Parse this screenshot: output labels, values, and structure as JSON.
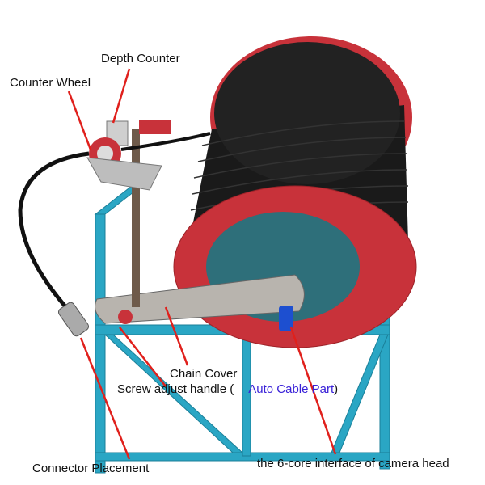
{
  "labels": {
    "depth_counter": "Depth Counter",
    "counter_wheel": "Counter Wheel",
    "chain_cover": "Chain Cover",
    "screw_adjust_handle": "Screw adjust handle (",
    "auto_cable_part": "Auto Cable Part",
    "close_paren": ")",
    "connector_placement": "Connector Placement",
    "camera_interface": "the 6-core interface of camera head"
  },
  "colors": {
    "frame": "#2aa6c4",
    "flange": "#c8323a",
    "cable": "#1a1a1a",
    "hub": "#2e6f7a",
    "leader_line": "#e0201c",
    "accent_text": "#3a22d8"
  }
}
